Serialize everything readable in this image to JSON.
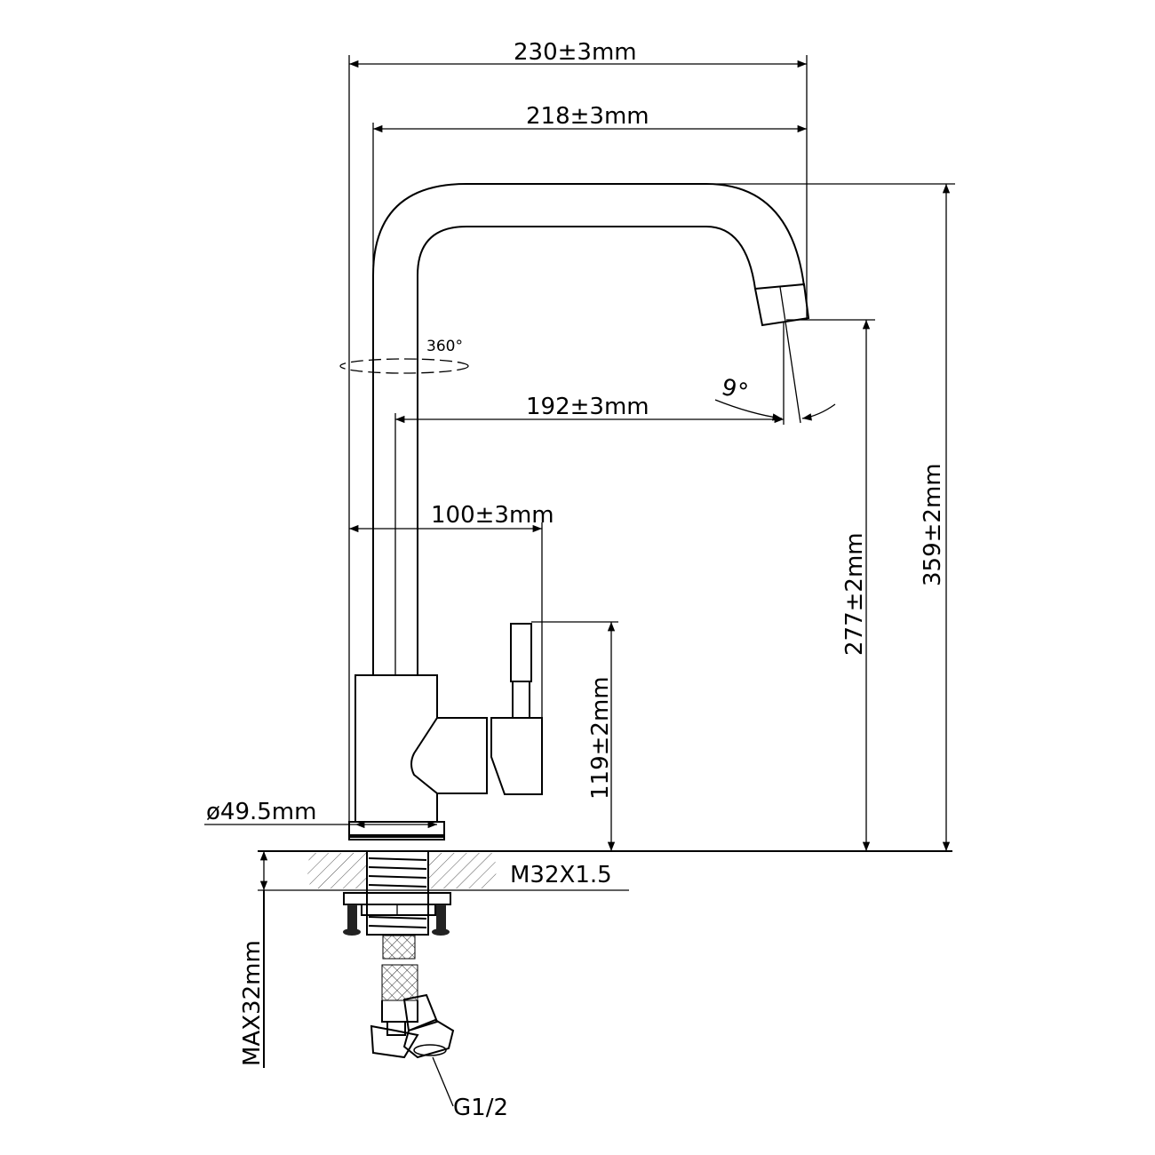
{
  "drawing": {
    "title": "Kitchen faucet dimension drawing",
    "dimensions": {
      "overall_reach": "230±3mm",
      "spout_reach": "218±3mm",
      "center_to_outlet": "192±3mm",
      "handle_reach": "100±3mm",
      "handle_height": "119±2mm",
      "outlet_height": "277±2mm",
      "total_height": "359±2mm",
      "base_diameter": "ø49.5mm",
      "thread": "M32X1.5",
      "max_counter_thickness": "MAX32mm",
      "hose_connection": "G1/2"
    },
    "annotations": {
      "rotation": "360°",
      "spout_angle": "9°"
    }
  }
}
